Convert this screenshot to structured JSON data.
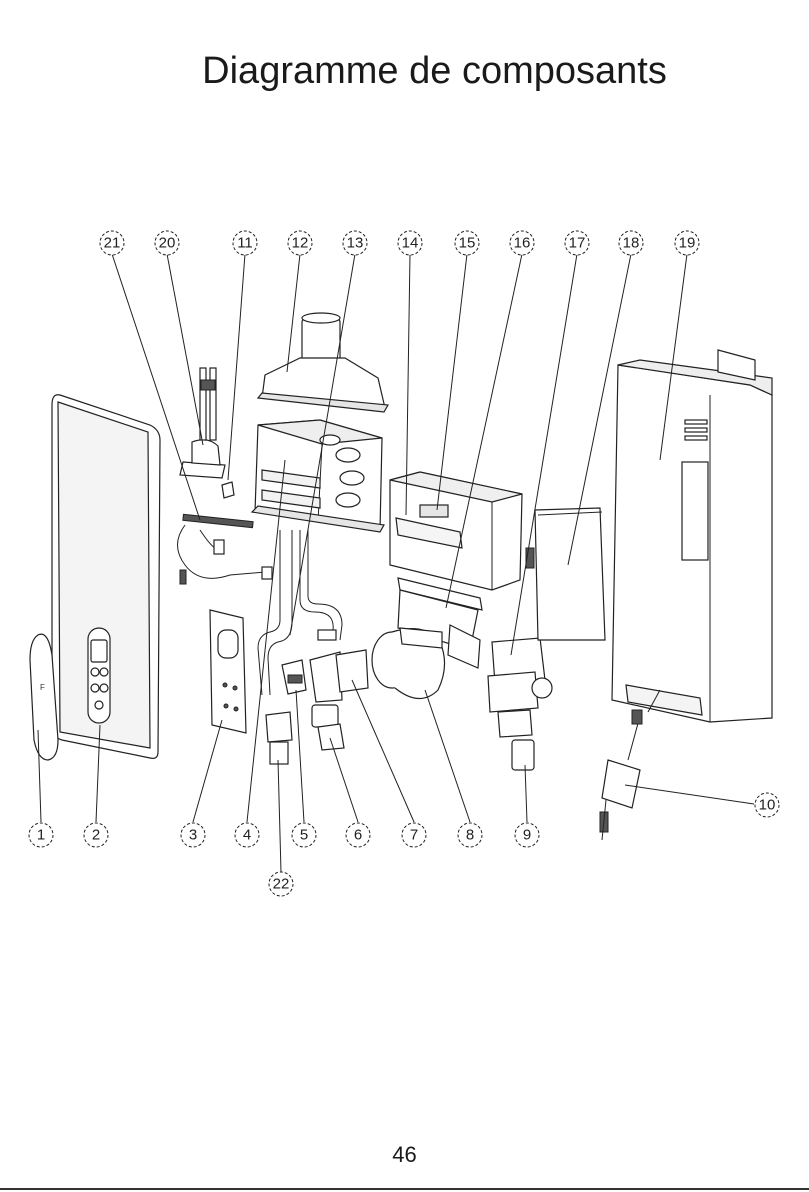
{
  "title": "Diagramme de composants",
  "page_number": "46",
  "callouts": [
    {
      "id": "c1",
      "label": "1"
    },
    {
      "id": "c2",
      "label": "2"
    },
    {
      "id": "c3",
      "label": "3"
    },
    {
      "id": "c4",
      "label": "4"
    },
    {
      "id": "c5",
      "label": "5"
    },
    {
      "id": "c6",
      "label": "6"
    },
    {
      "id": "c7",
      "label": "7"
    },
    {
      "id": "c8",
      "label": "8"
    },
    {
      "id": "c9",
      "label": "9"
    },
    {
      "id": "c10",
      "label": "10"
    },
    {
      "id": "c11",
      "label": "11"
    },
    {
      "id": "c12",
      "label": "12"
    },
    {
      "id": "c13",
      "label": "13"
    },
    {
      "id": "c14",
      "label": "14"
    },
    {
      "id": "c15",
      "label": "15"
    },
    {
      "id": "c16",
      "label": "16"
    },
    {
      "id": "c17",
      "label": "17"
    },
    {
      "id": "c18",
      "label": "18"
    },
    {
      "id": "c19",
      "label": "19"
    },
    {
      "id": "c20",
      "label": "20"
    },
    {
      "id": "c21",
      "label": "21"
    },
    {
      "id": "c22",
      "label": "22"
    }
  ]
}
